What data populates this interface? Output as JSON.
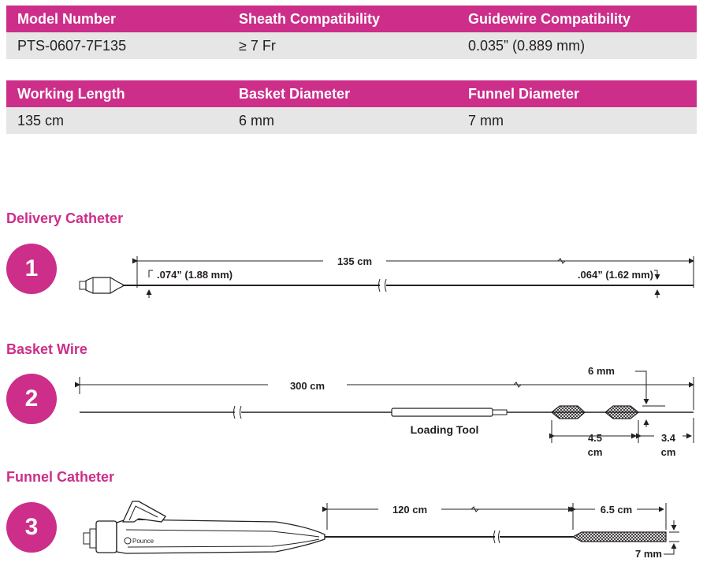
{
  "table1": {
    "headers": [
      "Model Number",
      "Sheath Compatibility",
      "Guidewire Compatibility"
    ],
    "values": [
      "PTS-0607-7F135",
      "≥ 7 Fr",
      "0.035” (0.889 mm)"
    ]
  },
  "table2": {
    "headers": [
      "Working Length",
      "Basket Diameter",
      "Funnel Diameter"
    ],
    "values": [
      "135 cm",
      "6 mm",
      "7 mm"
    ]
  },
  "colors": {
    "accent": "#cc2e8a",
    "row_bg": "#e6e6e6",
    "line": "#231f20"
  },
  "sections": [
    {
      "number": "1",
      "title": "Delivery Catheter",
      "length_label": "135 cm",
      "proximal_od": ".074” (1.88 mm)",
      "distal_od": ".064” (1.62 mm)"
    },
    {
      "number": "2",
      "title": "Basket Wire",
      "length_label": "300 cm",
      "basket_diameter": "6 mm",
      "loading_tool_label": "Loading Tool",
      "basket_span_value": "4.5",
      "basket_span_unit": "cm",
      "tip_length_value": "3.4",
      "tip_length_unit": "cm"
    },
    {
      "number": "3",
      "title": "Funnel Catheter",
      "length_label": "120 cm",
      "funnel_length": "6.5 cm",
      "funnel_diameter": "7 mm",
      "handle_logo": "Pounce"
    }
  ]
}
